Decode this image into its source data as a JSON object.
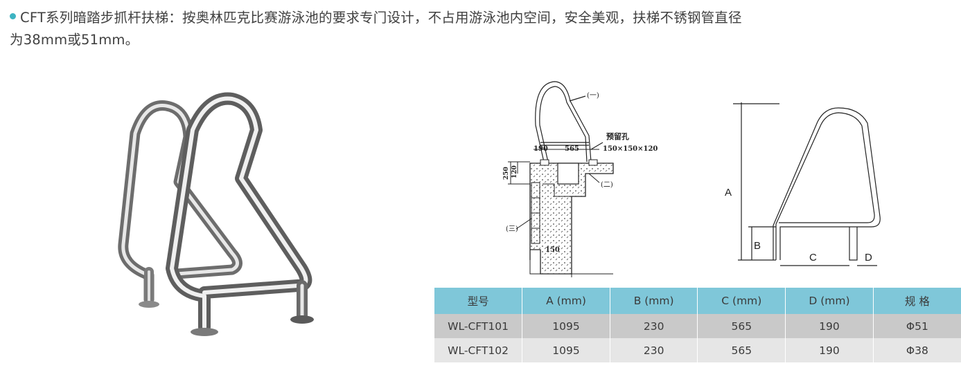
{
  "description": {
    "line1": "CFT系列暗踏步抓杆扶梯：按奥林匹克比赛游泳池的要求专门设计，不占用游泳池内空间，安全美观，扶梯不锈钢管直径",
    "line2": "为38mm或51mm。"
  },
  "section_drawing": {
    "part_1": "(一)",
    "part_2": "(二)",
    "part_3": "(三)",
    "reserved_hole_label": "预留孔",
    "reserved_hole_size": "150×150×120",
    "dim_190": "190",
    "dim_565": "565",
    "dim_250": "250",
    "dim_120": "120",
    "dim_150": "150"
  },
  "outline_drawing": {
    "label_A": "A",
    "label_B": "B",
    "label_C": "C",
    "label_D": "D"
  },
  "spec_table": {
    "headers": [
      "型号",
      "A (mm)",
      "B (mm)",
      "C (mm)",
      "D (mm)",
      "规 格"
    ],
    "rows": [
      [
        "WL-CFT101",
        "1095",
        "230",
        "565",
        "190",
        "Φ51"
      ],
      [
        "WL-CFT102",
        "1095",
        "230",
        "565",
        "190",
        "Φ38"
      ]
    ]
  }
}
